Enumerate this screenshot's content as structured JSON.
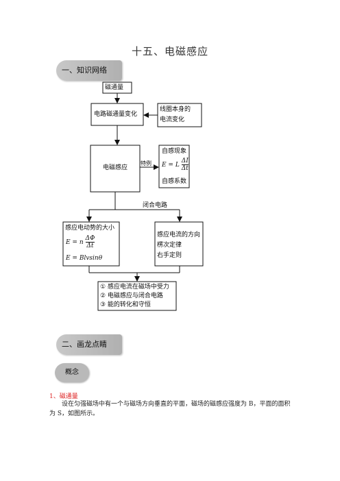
{
  "page_title": "十五、电磁感应",
  "sections": {
    "knowledge_network": "一、知识网络",
    "highlights": "二、画龙点睛",
    "concept_badge": "概念"
  },
  "diagram": {
    "flux": "磁通量",
    "circuit_flux_change": "电路磁通量变化",
    "coil_current_line1": "线圈本身的",
    "coil_current_line2": "电流变化",
    "em_induction": "电磁感应",
    "special_case": "特例",
    "self_induction": "自感现象",
    "self_coeff": "自感系数",
    "closed_circuit": "闭合电路",
    "emf_magnitude": "感应电动势的大小",
    "current_direction": "感应电流的方向",
    "lenz_law": "楞次定律",
    "right_hand_rule": "右手定则",
    "summary_1": "① 感应电流在磁场中受力",
    "summary_2": "② 电磁感应与闭合电路",
    "summary_3": "③ 能的转化和守恒",
    "formula_self": {
      "lhs": "E = L",
      "num": "ΔI",
      "den": "Δt"
    },
    "formula_faraday": {
      "lhs": "E = n",
      "num": "ΔΦ",
      "den": "Δt"
    },
    "formula_motional": "E = Blvsinθ"
  },
  "content": {
    "item1_heading": "1、磁通量",
    "item1_text": "设在匀强磁场中有一个与磁场方向垂直的平面，磁场的磁感应强度为 B，平面的面积为 S，如图所示。"
  },
  "colors": {
    "heading_red": "#d22222",
    "tab_gray": "#bcbcbc"
  }
}
